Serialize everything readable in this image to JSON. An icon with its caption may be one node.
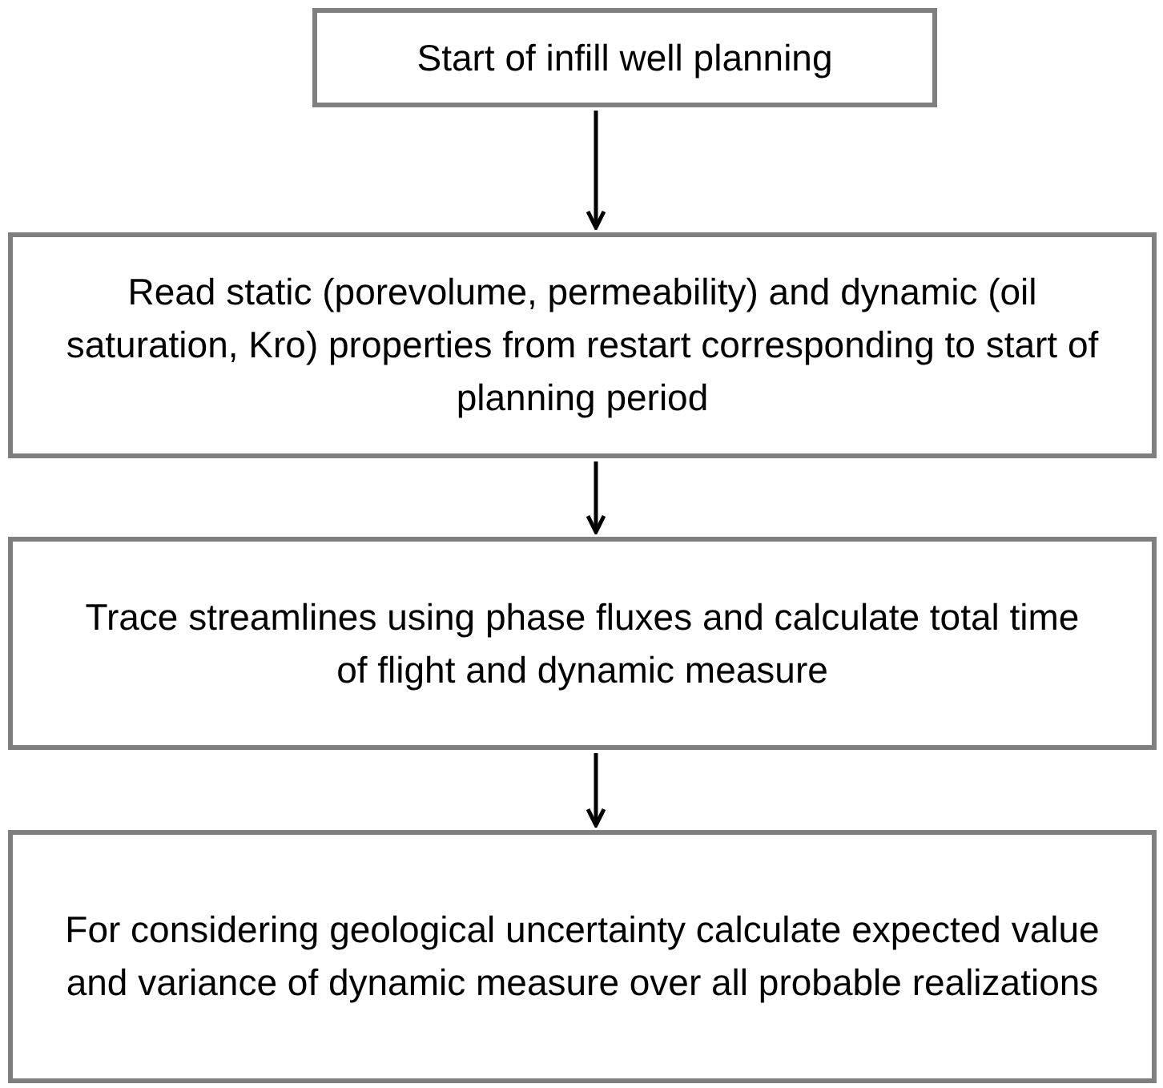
{
  "diagram": {
    "nodes": [
      {
        "text": [
          "Start of infill well planning"
        ]
      },
      {
        "text": [
          "Read static (porevolume, permeability) and dynamic (oil saturation, Kro) properties from restart corresponding to start of planning period"
        ]
      },
      {
        "text": [
          "Trace streamlines using phase fluxes and calculate total time of flight and dynamic measure"
        ]
      },
      {
        "text": [
          "For considering geological uncertainty calculate expected value and variance of dynamic measure over all probable realizations"
        ]
      }
    ],
    "edges": [
      {
        "from": 0,
        "to": 1,
        "arrow": "to"
      },
      {
        "from": 1,
        "to": 2,
        "arrow": "to"
      },
      {
        "from": 2,
        "to": 3,
        "arrow": "to"
      }
    ]
  }
}
